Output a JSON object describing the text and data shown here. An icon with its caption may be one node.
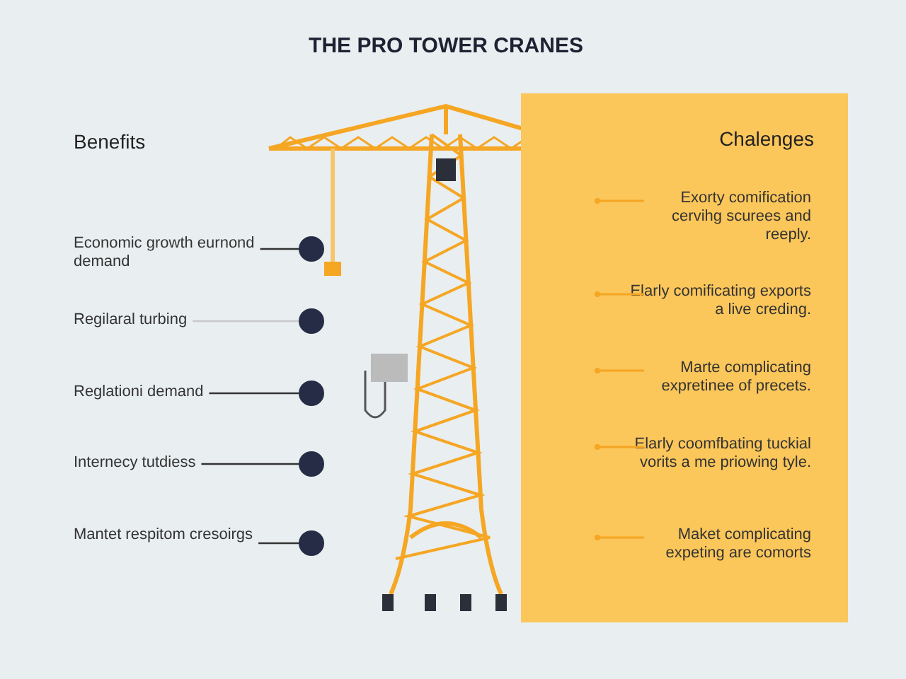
{
  "diagram": {
    "title": "THE PRO TOWER CRANES",
    "nodes": [
      {
        "text": [
          "Economic growth eurnond demand"
        ]
      },
      {
        "text": [
          "Regilaral turbing"
        ]
      },
      {
        "text": [
          "Reglationi demand"
        ]
      },
      {
        "text": [
          "Internecy tutdiess"
        ]
      },
      {
        "text": [
          "Mantet respitom cresoirgs"
        ]
      },
      {
        "text": [],
        "shape": "circle"
      },
      {
        "text": [],
        "shape": "circle"
      },
      {
        "text": [],
        "shape": "circle"
      },
      {
        "text": [],
        "shape": "circle"
      },
      {
        "text": [],
        "shape": "circle"
      },
      {
        "text": [
          "Chalenges"
        ]
      },
      {
        "text": [
          "Exorty comification cervihg scurees and reeply."
        ],
        "in": 10
      },
      {
        "text": [
          "Elarly comificating exports a live creding."
        ],
        "in": 10
      },
      {
        "text": [
          "Marte complicating expretinee of precets."
        ],
        "in": 10
      },
      {
        "text": [
          "Elarly coomfbating tuckial vorits a me priowing tyle."
        ],
        "in": 10
      },
      {
        "text": [
          "Maket complicating expeting are comorts"
        ],
        "in": 10
      }
    ],
    "edges": [
      {
        "from": 0,
        "to": 5,
        "arrow": "none"
      },
      {
        "from": 1,
        "to": 6,
        "arrow": "none",
        "color": "#c8c8c8"
      },
      {
        "from": 2,
        "to": 7,
        "arrow": "none"
      },
      {
        "from": 3,
        "to": 8,
        "arrow": "none"
      },
      {
        "from": 4,
        "to": 9,
        "arrow": "none"
      }
    ],
    "labels": [
      "Benefits"
    ]
  }
}
